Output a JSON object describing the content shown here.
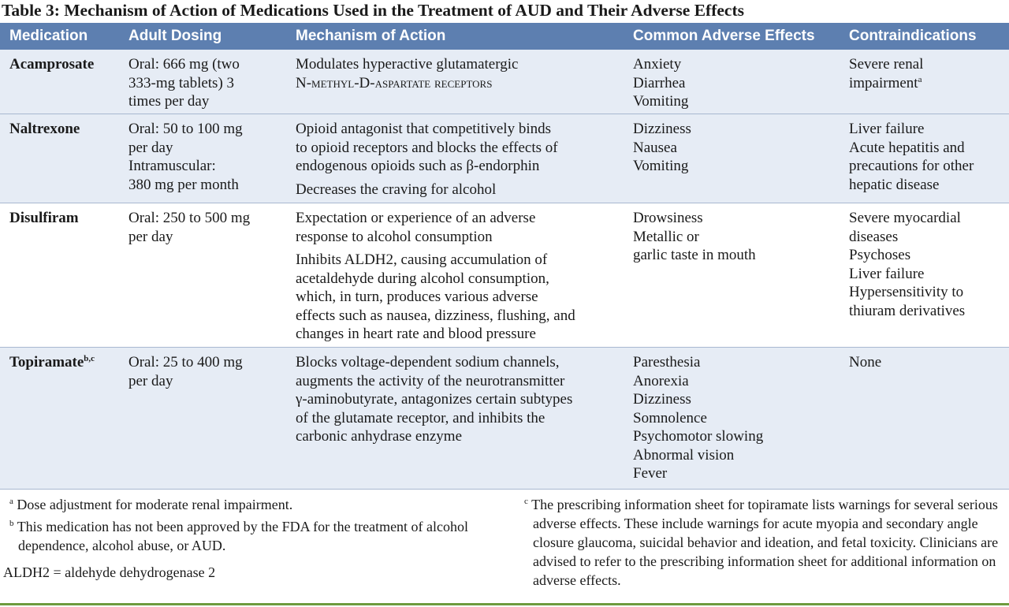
{
  "title": "Table 3: Mechanism of Action of Medications Used in the Treatment of AUD and Their Adverse Effects",
  "headers": [
    "Medication",
    "Adult Dosing",
    "Mechanism of Action",
    "Common Adverse Effects",
    "Contraindications"
  ],
  "rows": [
    {
      "medication": "Acamprosate",
      "dosing": [
        "Oral: 666 mg (two",
        "333-mg tablets) 3",
        "times per day"
      ],
      "mechanism_lines": [
        "Modulates hyperactive glutamatergic",
        "N-methyl-D-aspartate receptors"
      ],
      "adverse": [
        "Anxiety",
        "Diarrhea",
        "Vomiting"
      ],
      "contra": [
        "Severe renal",
        "impairment"
      ],
      "contra_sup": "a"
    },
    {
      "medication": "Naltrexone",
      "dosing": [
        "Oral: 50 to 100 mg",
        "per day",
        "Intramuscular:",
        "380 mg per month"
      ],
      "mechanism_p1": [
        "Opioid antagonist that competitively binds",
        "to opioid receptors and blocks the effects of",
        "endogenous opioids such as β-endorphin"
      ],
      "mechanism_p2": [
        "Decreases the craving for alcohol"
      ],
      "adverse": [
        "Dizziness",
        "Nausea",
        "Vomiting"
      ],
      "contra": [
        "Liver failure",
        "Acute hepatitis and",
        "precautions for other",
        "hepatic disease"
      ]
    },
    {
      "medication": "Disulfiram",
      "dosing": [
        "Oral: 250 to 500 mg",
        "per day"
      ],
      "mechanism_p1": [
        "Expectation or experience of an adverse",
        "response to alcohol consumption"
      ],
      "mechanism_p2": [
        "Inhibits ALDH2, causing accumulation of",
        "acetaldehyde during alcohol consumption,",
        "which, in turn, produces various adverse",
        "effects such as nausea, dizziness, flushing, and",
        "changes in heart rate and blood pressure"
      ],
      "adverse": [
        "Drowsiness",
        "Metallic or",
        "garlic taste in mouth"
      ],
      "contra": [
        "Severe myocardial",
        "diseases",
        "Psychoses",
        "Liver failure",
        "Hypersensitivity to",
        "thiuram derivatives"
      ]
    },
    {
      "medication": "Topiramate",
      "medication_sup": "b,c",
      "dosing": [
        "Oral: 25 to 400 mg",
        "per day"
      ],
      "mechanism_p1": [
        "Blocks voltage-dependent sodium channels,",
        "augments the activity of the neurotransmitter",
        "γ-aminobutyrate, antagonizes certain subtypes",
        "of the glutamate receptor, and inhibits the",
        "carbonic anhydrase enzyme"
      ],
      "adverse": [
        "Paresthesia",
        "Anorexia",
        "Dizziness",
        "Somnolence",
        "Psychomotor slowing",
        "Abnormal vision",
        "Fever"
      ],
      "contra": [
        "None"
      ]
    }
  ],
  "footnotes": {
    "a_mark": "a",
    "a_text": "Dose adjustment for moderate renal impairment.",
    "b_mark": "b",
    "b_text": "This medication has not been approved by the FDA for the treatment of alcohol dependence, alcohol abuse, or AUD.",
    "abbrev": "ALDH2 = aldehyde dehydrogenase 2",
    "c_mark": "c",
    "c_text": "The prescribing information sheet for topiramate lists warnings for several serious adverse effects. These include warnings for acute myopia and secondary angle closure glaucoma, suicidal behavior and ideation, and fetal toxicity. Clinicians are advised to refer to the prescribing information sheet for additional information on adverse effects."
  },
  "colors": {
    "header_bg": "#5d7fb0",
    "band_bg": "#e6ecf5",
    "rule": "#6e9b3e"
  }
}
